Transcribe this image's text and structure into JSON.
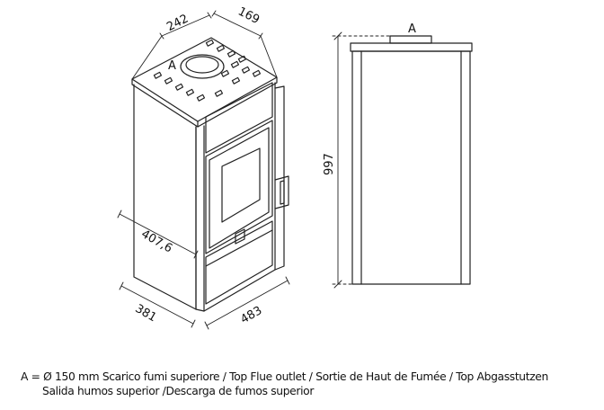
{
  "dimensions": {
    "top_width": "242",
    "top_depth": "169",
    "height": "997",
    "diagonal": "407,6",
    "depth": "381",
    "width": "483"
  },
  "labels": {
    "flue_marker_front": "A",
    "flue_marker_side": "A"
  },
  "legend": {
    "line1": "A = Ø 150 mm  Scarico fumi superiore / Top Flue outlet / Sortie de Haut de Fumée / Top Abgasstutzen",
    "line2": "Salida humos superior /Descarga de fumos superior"
  }
}
